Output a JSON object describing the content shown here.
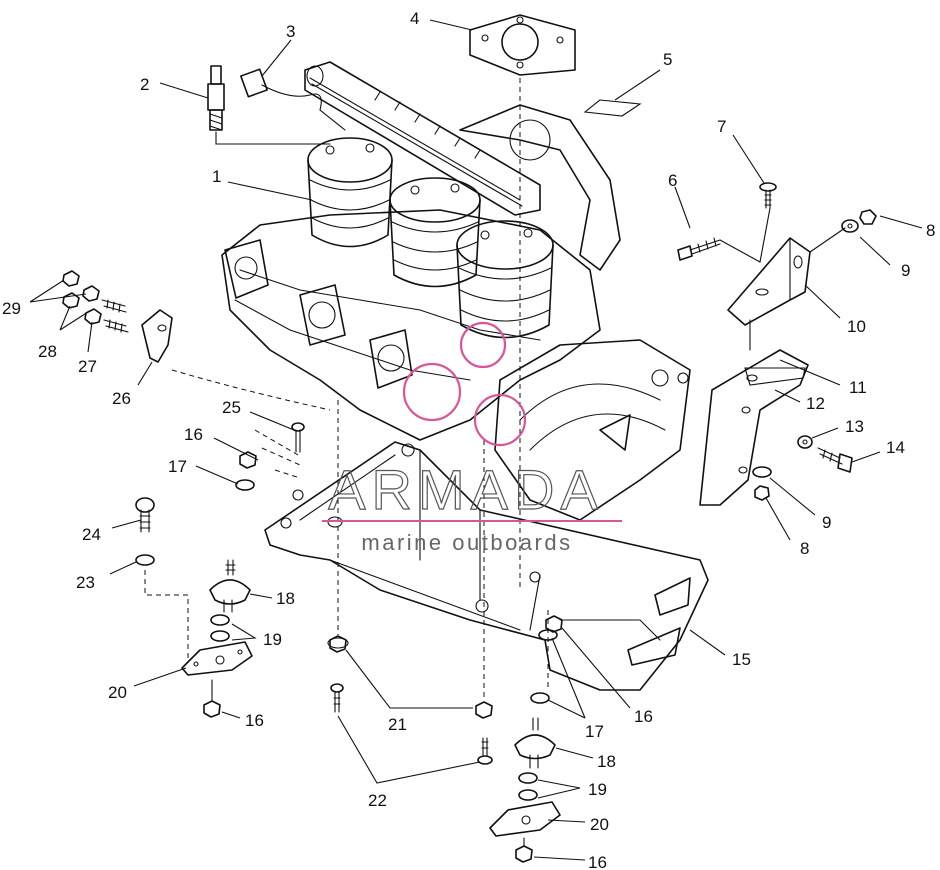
{
  "watermark": {
    "brand": "ARMADA",
    "tagline": "marine outboards",
    "brand_color": "#d9559a"
  },
  "callouts": [
    {
      "id": "c1",
      "label": "1"
    },
    {
      "id": "c2",
      "label": "2"
    },
    {
      "id": "c3",
      "label": "3"
    },
    {
      "id": "c4",
      "label": "4"
    },
    {
      "id": "c5",
      "label": "5"
    },
    {
      "id": "c6",
      "label": "6"
    },
    {
      "id": "c7",
      "label": "7"
    },
    {
      "id": "c8a",
      "label": "8"
    },
    {
      "id": "c9a",
      "label": "9"
    },
    {
      "id": "c10",
      "label": "10"
    },
    {
      "id": "c11",
      "label": "11"
    },
    {
      "id": "c12",
      "label": "12"
    },
    {
      "id": "c13",
      "label": "13"
    },
    {
      "id": "c14",
      "label": "14"
    },
    {
      "id": "c9b",
      "label": "9"
    },
    {
      "id": "c8b",
      "label": "8"
    },
    {
      "id": "c15",
      "label": "15"
    },
    {
      "id": "c16a",
      "label": "16"
    },
    {
      "id": "c17a",
      "label": "17"
    },
    {
      "id": "c18a",
      "label": "18"
    },
    {
      "id": "c19a",
      "label": "19"
    },
    {
      "id": "c20a",
      "label": "20"
    },
    {
      "id": "c16b",
      "label": "16"
    },
    {
      "id": "c21",
      "label": "21"
    },
    {
      "id": "c22",
      "label": "22"
    },
    {
      "id": "c16c",
      "label": "16"
    },
    {
      "id": "c17b",
      "label": "17"
    },
    {
      "id": "c18b",
      "label": "18"
    },
    {
      "id": "c19b",
      "label": "19"
    },
    {
      "id": "c20b",
      "label": "20"
    },
    {
      "id": "c16d",
      "label": "16"
    },
    {
      "id": "c23",
      "label": "23"
    },
    {
      "id": "c24",
      "label": "24"
    },
    {
      "id": "c25",
      "label": "25"
    },
    {
      "id": "c26",
      "label": "26"
    },
    {
      "id": "c27",
      "label": "27"
    },
    {
      "id": "c28",
      "label": "28"
    },
    {
      "id": "c29",
      "label": "29"
    }
  ]
}
